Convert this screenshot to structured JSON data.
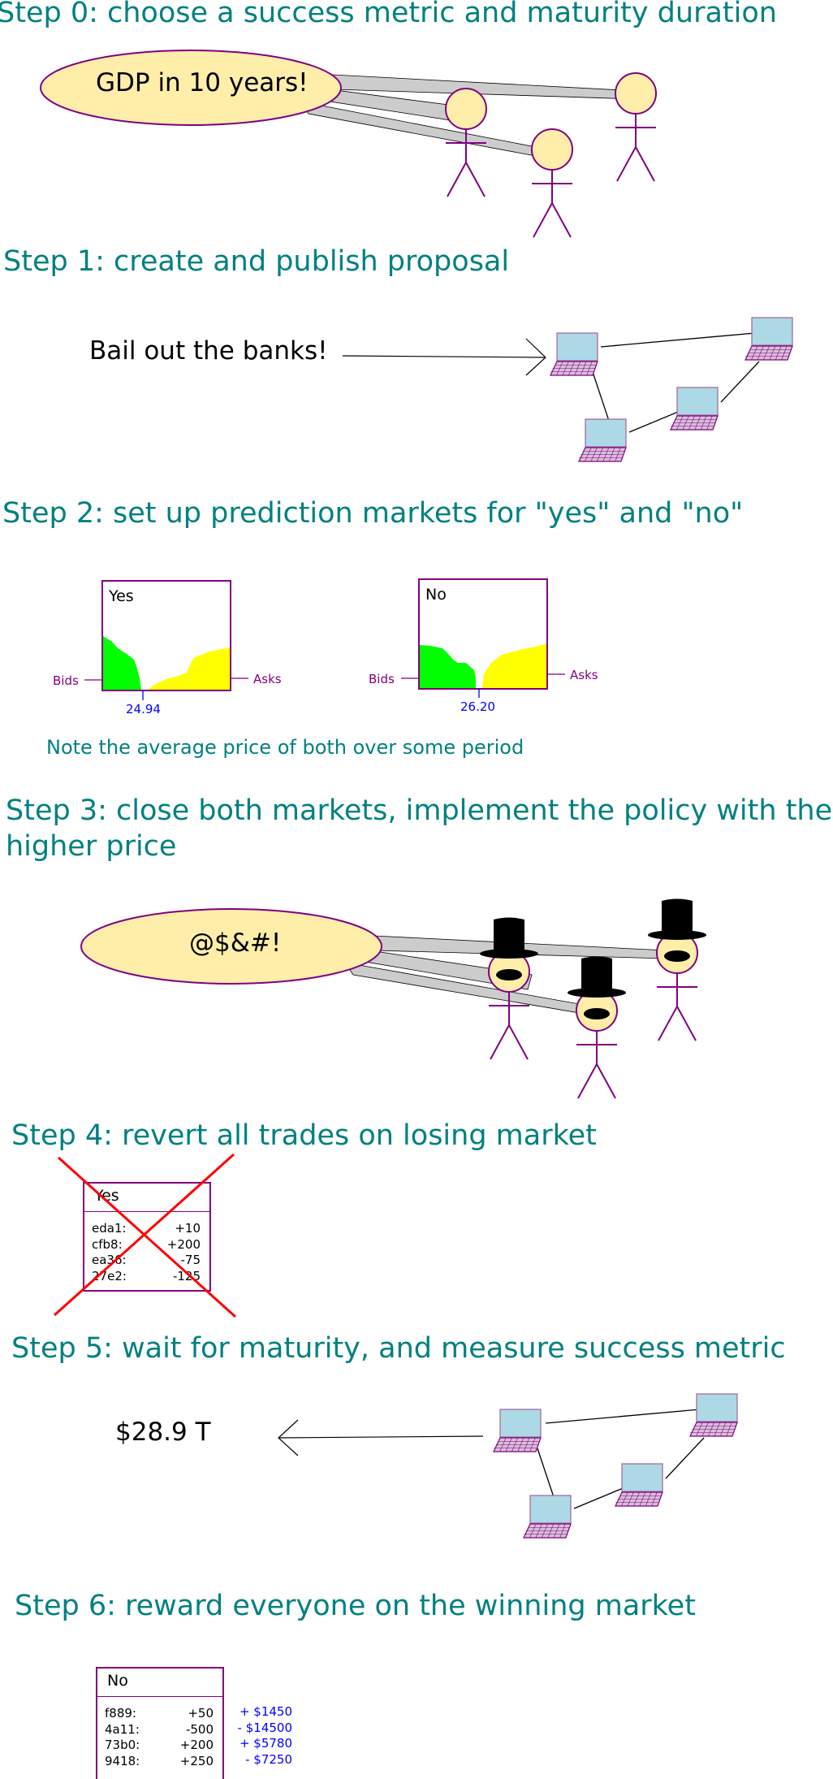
{
  "steps": [
    "Step 0: choose a success metric and maturity duration",
    "Step 1: create and publish proposal",
    "Step 2: set up prediction markets for \"yes\" and \"no\"",
    "Step 3: close both markets, implement the policy with the higher price",
    "Step 4: revert all trades on losing market",
    "Step 5: wait for maturity, and measure success metric",
    "Step 6: reward everyone on the winning market"
  ],
  "step0": {
    "bubble": "GDP in 10 years!"
  },
  "step1": {
    "proposal": "Bail out the banks!"
  },
  "step2": {
    "yes": {
      "title": "Yes",
      "bids": "Bids",
      "asks": "Asks",
      "price": "24.94"
    },
    "no": {
      "title": "No",
      "bids": "Bids",
      "asks": "Asks",
      "price": "26.20"
    },
    "note": "Note the average price of both over some period"
  },
  "step3": {
    "bubble": "@$&#!"
  },
  "step4": {
    "title": "Yes",
    "trades": [
      {
        "id": "eda1:",
        "amount": "+10"
      },
      {
        "id": "cfb8:",
        "amount": "+200"
      },
      {
        "id": "ea36:",
        "amount": "-75"
      },
      {
        "id": "27e2:",
        "amount": "-125"
      }
    ]
  },
  "step5": {
    "value": "$28.9 T"
  },
  "step6": {
    "title": "No",
    "trades": [
      {
        "id": "f889:",
        "amount": "+50",
        "reward": "+ $1450"
      },
      {
        "id": "4a11:",
        "amount": "-500",
        "reward": "- $14500"
      },
      {
        "id": "73b0:",
        "amount": "+200",
        "reward": "+ $5780"
      },
      {
        "id": "9418:",
        "amount": "+250",
        "reward": "- $7250"
      }
    ]
  },
  "colors": {
    "heading": "#008080",
    "bubble_fill": "#ffeeaa",
    "outline": "#800080",
    "bids": "#00ff00",
    "asks": "#ffff00",
    "price": "#0000ff",
    "cross": "#ff0000",
    "screen": "#add8e6"
  }
}
